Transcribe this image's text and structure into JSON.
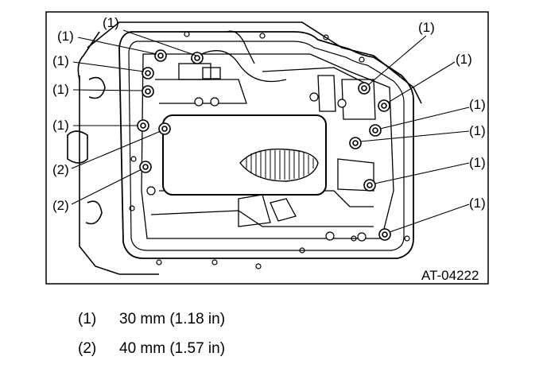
{
  "figure_id": "AT-04222",
  "callouts": {
    "c1": "(1)",
    "c2": "(2)"
  },
  "legend": [
    {
      "key": "(1)",
      "text": "30 mm (1.18 in)"
    },
    {
      "key": "(2)",
      "text": "40 mm (1.57 in)"
    }
  ]
}
